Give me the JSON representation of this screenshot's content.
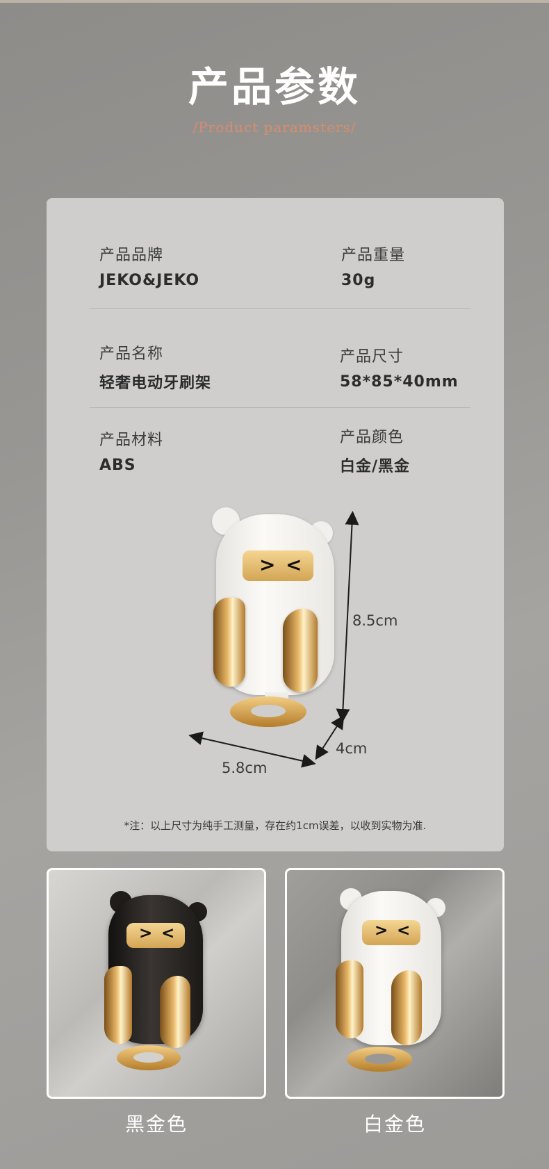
{
  "header": {
    "title": "产品参数",
    "subtitle": "/Product paramsters/"
  },
  "params": [
    {
      "label": "产品品牌",
      "value": "JEKO&JEKO"
    },
    {
      "label": "产品重量",
      "value": "30g"
    },
    {
      "label": "产品名称",
      "value": "轻奢电动牙刷架"
    },
    {
      "label": "产品尺寸",
      "value": "58*85*40mm"
    },
    {
      "label": "产品材料",
      "value": "ABS"
    },
    {
      "label": "产品颜色",
      "value": "白金/黑金"
    }
  ],
  "dimensions": {
    "height": "8.5cm",
    "depth": "4cm",
    "width": "5.8cm"
  },
  "note": "*注：以上尺寸为纯手工测量，存在约1cm误差，以收到实物为准.",
  "variants": [
    {
      "label": "黑金色",
      "body_color": "#1f1c1a"
    },
    {
      "label": "白金色",
      "body_color": "#f3f1ec"
    }
  ],
  "colors": {
    "accent": "#d88d6c",
    "gold": "#d9a955",
    "card": "#cfcecd"
  }
}
